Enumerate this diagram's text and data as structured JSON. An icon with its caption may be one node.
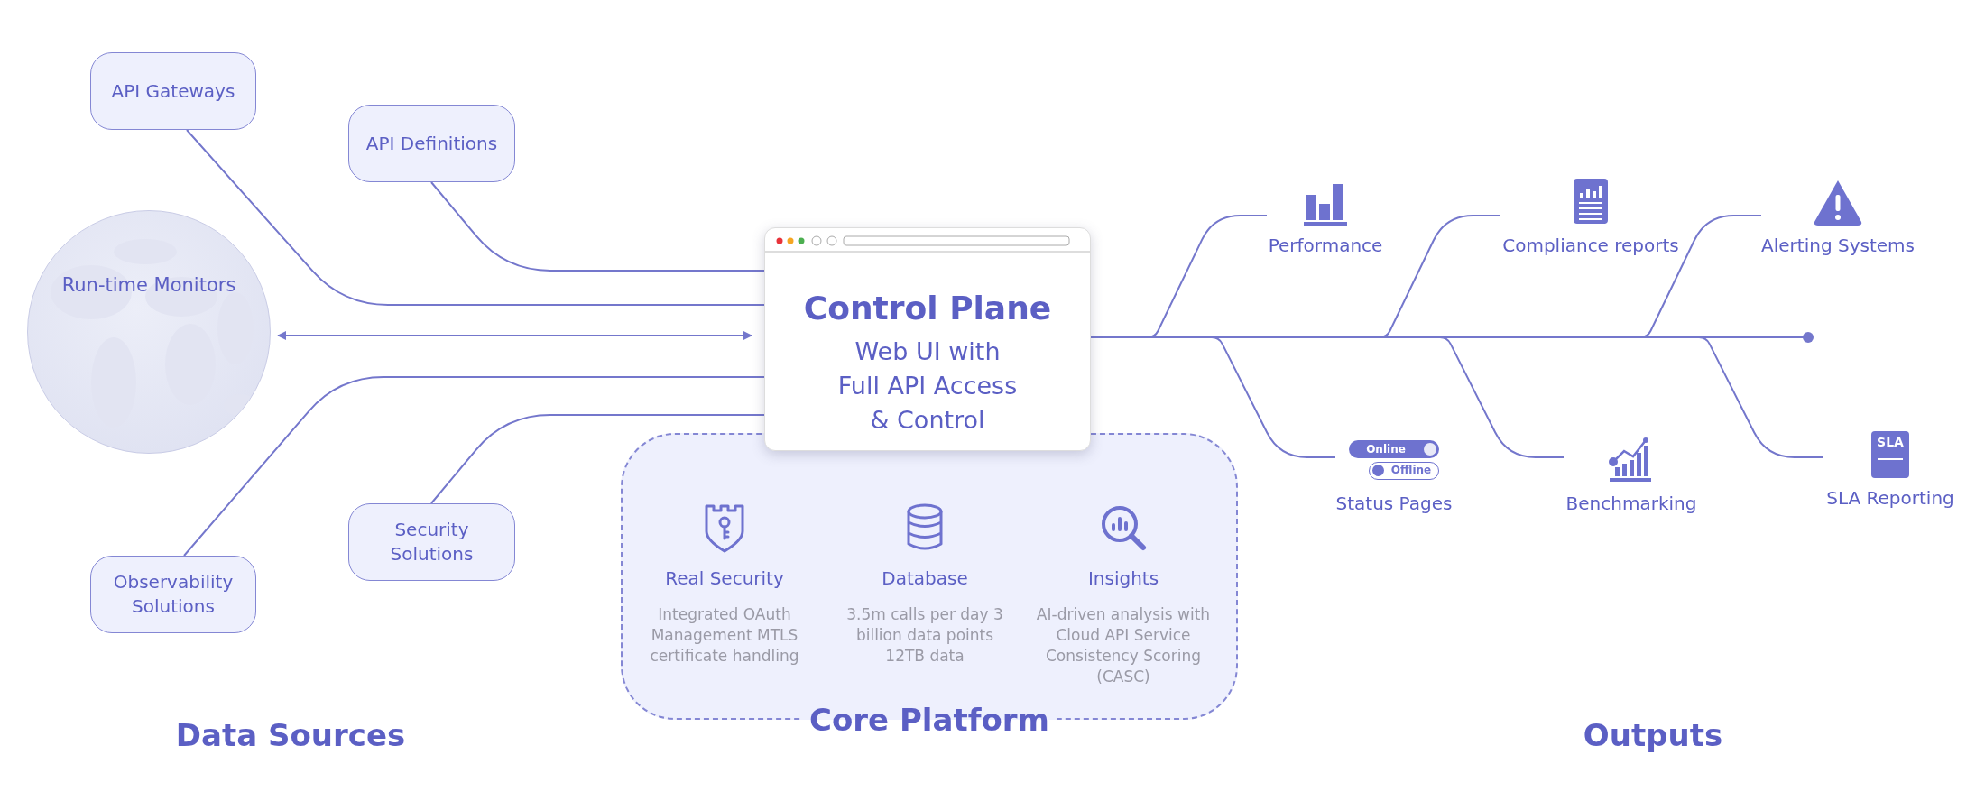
{
  "diagram": {
    "nodes": [
      {
        "text": [
          "API Gateways"
        ]
      },
      {
        "text": [
          "API Definitions"
        ]
      },
      {
        "text": [
          "Run-time Monitors"
        ]
      },
      {
        "text": [
          "Security Solutions"
        ]
      },
      {
        "text": [
          "Observability Solutions"
        ]
      },
      {
        "text": [
          "Control Plane",
          "Web UI with Full API Access & Control"
        ]
      },
      {
        "text": [
          "Core Platform"
        ]
      },
      {
        "text": [
          "Performance"
        ]
      },
      {
        "text": [
          "Compliance reports"
        ]
      },
      {
        "text": [
          "Alerting Systems"
        ]
      },
      {
        "text": [
          "Status Pages"
        ]
      },
      {
        "text": [
          "Benchmarking"
        ]
      },
      {
        "text": [
          "SLA Reporting"
        ]
      }
    ],
    "edges": [
      {
        "from": 0,
        "to": 5,
        "arrow": "none"
      },
      {
        "from": 1,
        "to": 5,
        "arrow": "none"
      },
      {
        "from": 2,
        "to": 5,
        "arrow": "both"
      },
      {
        "from": 3,
        "to": 5,
        "arrow": "none"
      },
      {
        "from": 4,
        "to": 5,
        "arrow": "none"
      },
      {
        "from": 5,
        "to": null,
        "arrow": "other"
      },
      {
        "from": 5,
        "to": 7,
        "arrow": "none"
      },
      {
        "from": 5,
        "to": 8,
        "arrow": "none"
      },
      {
        "from": 5,
        "to": 9,
        "arrow": "none"
      },
      {
        "from": 5,
        "to": 10,
        "arrow": "none"
      },
      {
        "from": 5,
        "to": 11,
        "arrow": "none"
      },
      {
        "from": 5,
        "to": 12,
        "arrow": "none"
      }
    ],
    "labels": [
      "Online",
      "Offline",
      "SLA",
      "Real Security",
      "Integrated OAuth Management MTLS certificate handling",
      "Database",
      "3.5m calls per day 3 billion data points 12TB data",
      "Insights",
      "AI-driven analysis with Cloud API Service Consistency Scoring (CASC)",
      "Data Sources",
      "Outputs"
    ]
  }
}
